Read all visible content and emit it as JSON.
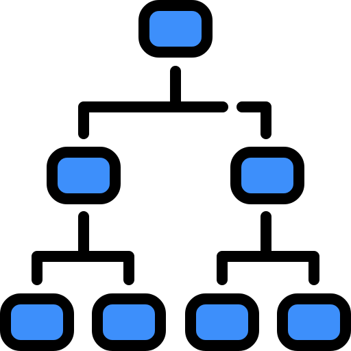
{
  "icon": {
    "name": "hierarchy-icon",
    "colors": {
      "node_fill": "#3d8ffb",
      "outline": "#000000",
      "background": "#ffffff"
    },
    "levels": [
      {
        "level": 0,
        "nodes": [
          "root"
        ]
      },
      {
        "level": 1,
        "nodes": [
          "child-left",
          "child-right"
        ]
      },
      {
        "level": 2,
        "nodes": [
          "leaf-1",
          "leaf-2",
          "leaf-3",
          "leaf-4"
        ]
      }
    ]
  }
}
